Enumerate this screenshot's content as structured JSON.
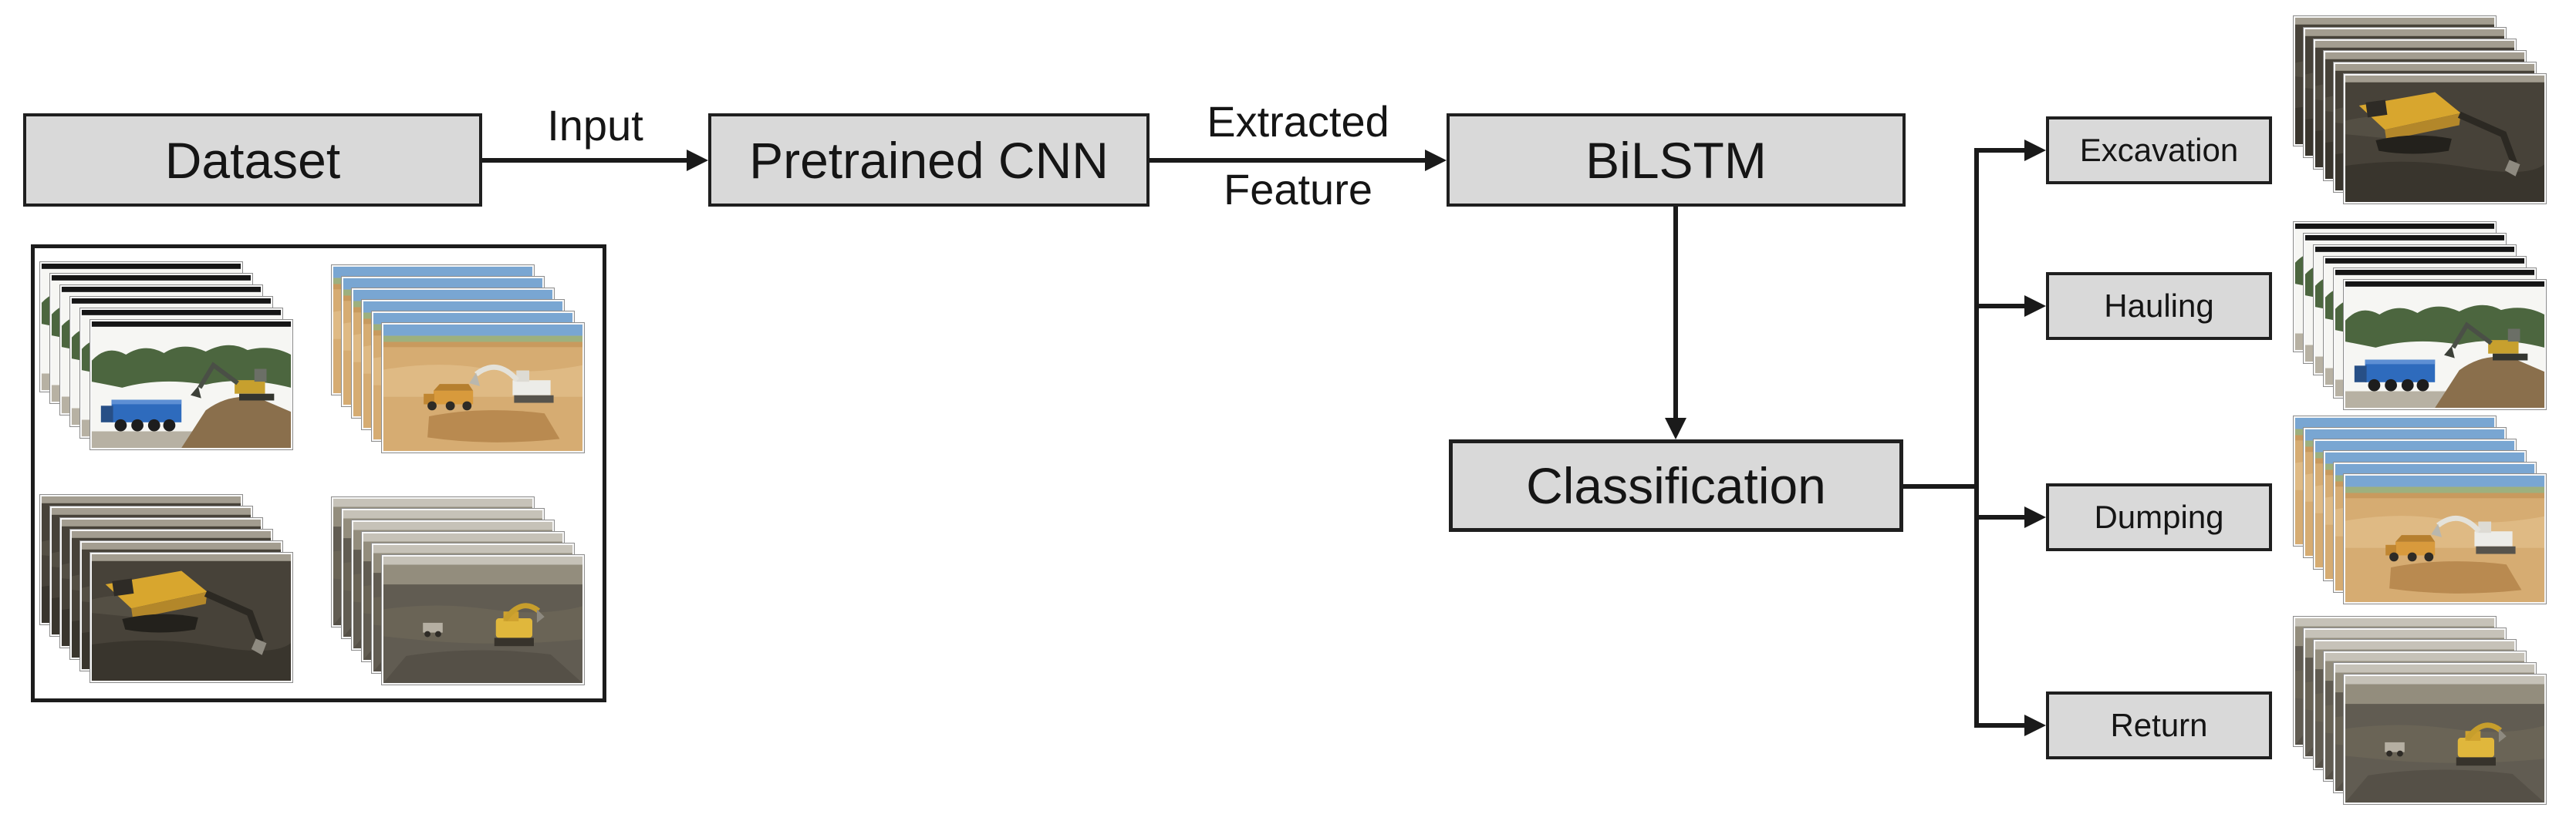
{
  "diagram": {
    "nodes": {
      "dataset": "Dataset",
      "pretrained_cnn": "Pretrained CNN",
      "bilstm": "BiLSTM",
      "classification": "Classification"
    },
    "edge_labels": {
      "input": "Input",
      "extracted_feature_line1": "Extracted",
      "extracted_feature_line2": "Feature"
    },
    "outputs": [
      {
        "label": "Excavation"
      },
      {
        "label": "Hauling"
      },
      {
        "label": "Dumping"
      },
      {
        "label": "Return"
      }
    ],
    "illustrations": {
      "dataset_grid_scenes": [
        "hauling",
        "dumping",
        "excavation",
        "return"
      ],
      "output_column_scenes": [
        "excavation",
        "hauling",
        "dumping",
        "return"
      ],
      "photos_per_stack": 6
    },
    "colors": {
      "box_fill": "#d9d9d9",
      "box_border": "#1f1f1f",
      "connector": "#1a1a1a",
      "background": "#ffffff"
    }
  }
}
